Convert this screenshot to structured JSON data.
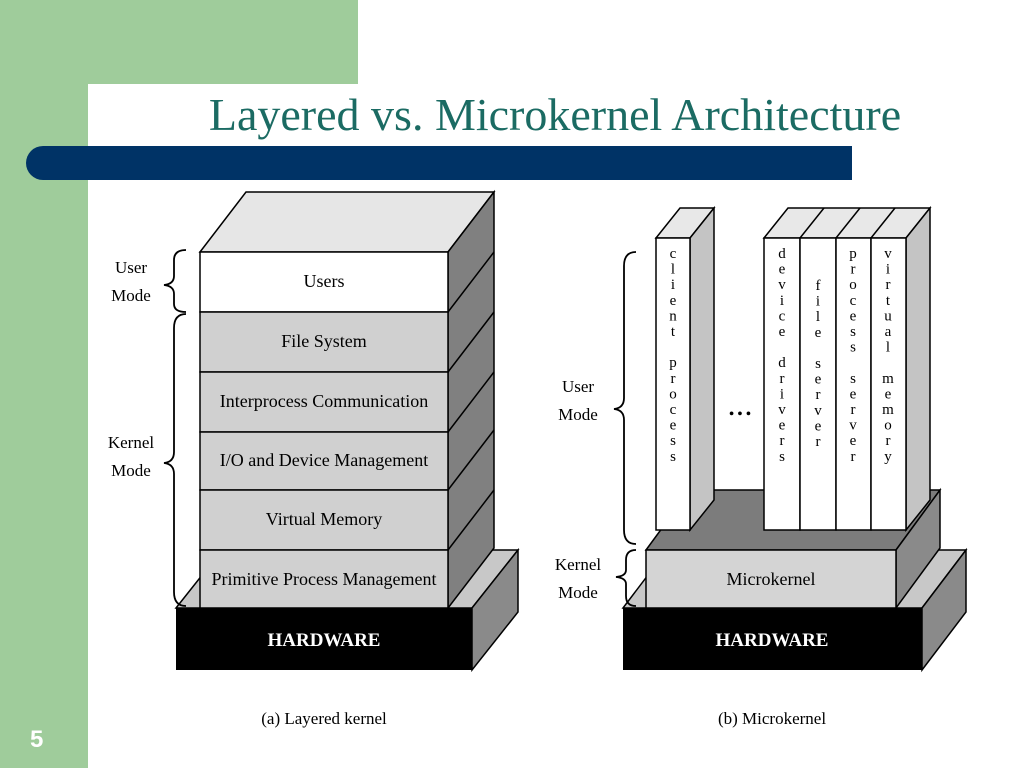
{
  "slide": {
    "title": "Layered vs. Microkernel Architecture",
    "number": "5"
  },
  "layered": {
    "user_mode_label": [
      "User",
      "Mode"
    ],
    "kernel_mode_label": [
      "Kernel",
      "Mode"
    ],
    "layers": [
      "Users",
      "File System",
      "Interprocess Communication",
      "I/O and Device Management",
      "Virtual Memory",
      "Primitive Process Management"
    ],
    "hardware": "HARDWARE",
    "caption": "(a) Layered kernel"
  },
  "micro": {
    "user_mode_label": [
      "User",
      "Mode"
    ],
    "kernel_mode_label": [
      "Kernel",
      "Mode"
    ],
    "client_process": "client process",
    "servers": [
      "device drivers",
      "file server",
      "process server",
      "virtual memory"
    ],
    "ellipsis": "• • •",
    "microkernel": "Microkernel",
    "hardware": "HARDWARE",
    "caption": "(b) Microkernel"
  },
  "colors": {
    "green": "#9fcc9b",
    "title_bar": "#003366",
    "title_text": "#1b6b63"
  }
}
